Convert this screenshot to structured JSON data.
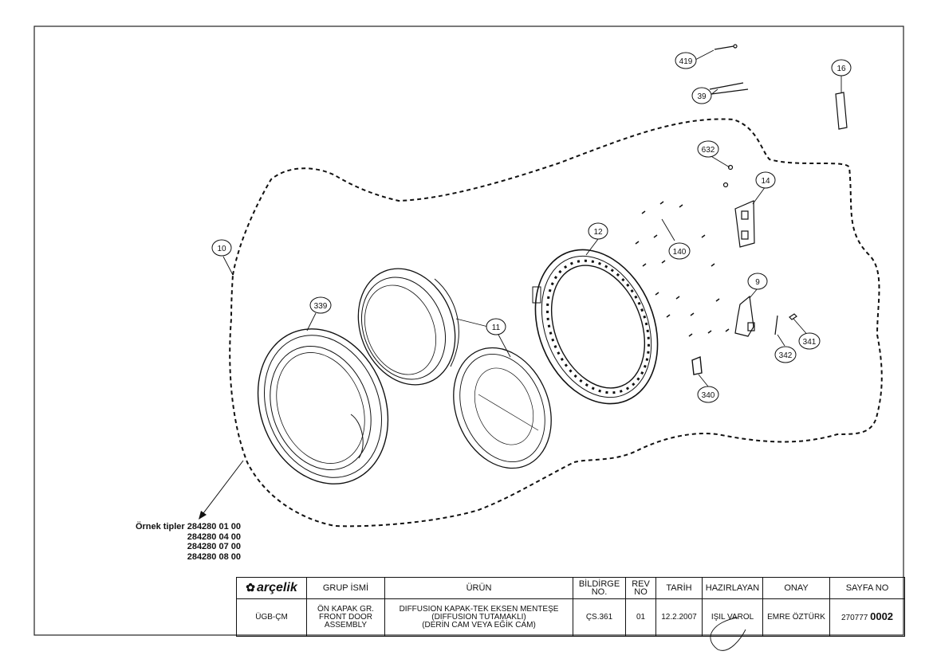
{
  "callouts": [
    {
      "id": "c-10",
      "label": "10"
    },
    {
      "id": "c-339",
      "label": "339"
    },
    {
      "id": "c-11",
      "label": "11"
    },
    {
      "id": "c-12",
      "label": "12"
    },
    {
      "id": "c-140",
      "label": "140"
    },
    {
      "id": "c-14",
      "label": "14"
    },
    {
      "id": "c-632",
      "label": "632"
    },
    {
      "id": "c-419",
      "label": "419"
    },
    {
      "id": "c-39",
      "label": "39"
    },
    {
      "id": "c-16",
      "label": "16"
    },
    {
      "id": "c-9",
      "label": "9"
    },
    {
      "id": "c-341",
      "label": "341"
    },
    {
      "id": "c-342",
      "label": "342"
    },
    {
      "id": "c-340",
      "label": "340"
    }
  ],
  "sample_types": {
    "label": "Örnek tipler",
    "codes": [
      "284280 01 00",
      "284280 04 00",
      "284280 07 00",
      "284280 08 00"
    ]
  },
  "title_block": {
    "logo_text": "arçelik",
    "headers": {
      "group": "GRUP İSMİ",
      "product": "ÜRÜN",
      "notice_no": "BİLDİRGE NO.",
      "rev_no": "REV NO",
      "date": "TARİH",
      "prepared": "HAZIRLAYAN",
      "approval": "ONAY",
      "page_no": "SAYFA NO"
    },
    "values": {
      "group_code": "ÜGB-ÇM",
      "group_name_1": "ÖN KAPAK GR.",
      "group_name_2": "FRONT DOOR",
      "group_name_3": "ASSEMBLY",
      "product_1": "DIFFUSION KAPAK-TEK EKSEN MENTEŞE",
      "product_2": "(DIFFUSION TUTAMAKLI)",
      "product_3": "(DERİN CAM VEYA EĞİK CAM)",
      "notice_no": "ÇS.361",
      "rev_no": "01",
      "date": "12.2.2007",
      "prepared": "IŞIL VAROL",
      "approval": "EMRE ÖZTÜRK",
      "page_prefix": "270777",
      "page_suffix": "0002"
    }
  }
}
